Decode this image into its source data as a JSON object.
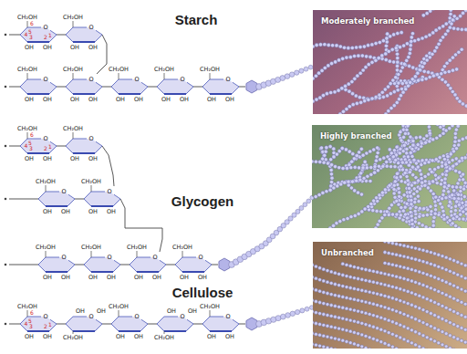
{
  "diagram": {
    "nodes": [
      {
        "text": [
          "Moderately branched"
        ]
      },
      {
        "text": [
          "Highly branched"
        ]
      },
      {
        "text": [
          "Unbranched"
        ]
      }
    ],
    "labels": [
      "Starch",
      "CH₂OH",
      "O",
      "OH",
      "OH",
      "CH₂OH",
      "O",
      "OH",
      "OH",
      "CH₂OH",
      "O",
      "OH",
      "OH",
      "CH₂OH",
      "O",
      "OH",
      "OH",
      "CH₂OH",
      "O",
      "OH",
      "OH",
      "CH₂OH",
      "O",
      "OH",
      "OH",
      "CH₂OH",
      "O",
      "OH",
      "OH",
      "6",
      "5",
      "4",
      "3",
      "2",
      "1",
      "Glycogen",
      "CH₂OH",
      "O",
      "OH",
      "OH",
      "CH₂OH",
      "O",
      "OH",
      "OH",
      "CH₂OH",
      "O",
      "OH",
      "OH",
      "CH₂OH",
      "O",
      "OH",
      "OH",
      "CH₂OH",
      "O",
      "OH",
      "OH",
      "CH₂OH",
      "O",
      "OH",
      "OH",
      "CH₂OH",
      "O",
      "OH",
      "OH",
      "CH₂OH",
      "O",
      "OH",
      "OH",
      "6",
      "5",
      "4",
      "3",
      "2",
      "1",
      "Cellulose",
      "CH₂OH",
      "O",
      "OH",
      "OH",
      "CH₂OH",
      "O",
      "OH",
      "OH",
      "CH₂OH",
      "O",
      "OH",
      "OH",
      "CH₂OH",
      "O",
      "OH",
      "OH",
      "CH₂OH",
      "O",
      "OH",
      "OH",
      "6",
      "5",
      "4",
      "3",
      "2",
      "1"
    ]
  }
}
